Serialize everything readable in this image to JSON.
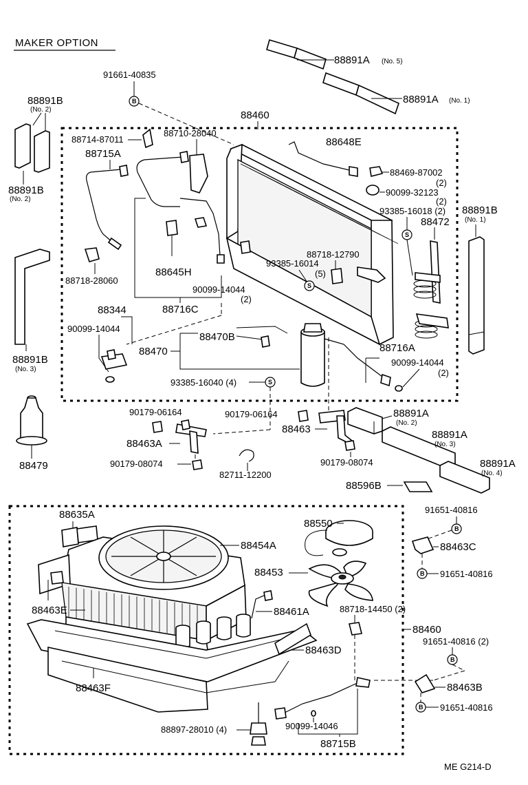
{
  "header": {
    "title": "MAKER  OPTION"
  },
  "footer": {
    "code": "ME  G214-D"
  },
  "symbols": {
    "bolt_mark": "B",
    "screw_mark": "S"
  },
  "labels": {
    "p88891A_no5": "88891A",
    "p88891A_no5_sub": "(No. 5)",
    "p88891A_no1": "88891A",
    "p88891A_no1_sub": "(No. 1)",
    "p91661": "91661-40835",
    "p88891B_top": "88891B",
    "p88891B_top_sub": "(No. 2)",
    "p88460_top": "88460",
    "p88714": "88714-87011",
    "p88710": "88710-28040",
    "p88648E": "88648E",
    "p88715A": "88715A",
    "p88469": "88469-87002",
    "p88469_sub": "(2)",
    "p90099_32123": "90099-32123",
    "p90099_32123_sub": "(2)",
    "p88891B_left": "88891B",
    "p88891B_left_sub": "(No. 2)",
    "p93385_16018": "93385-16018 (2)",
    "p88472": "88472",
    "p88891B_right": "88891B",
    "p88891B_right_sub": "(No. 1)",
    "p88718_12790": "88718-12790",
    "p93385_16014": "93385-16014",
    "p93385_16014_sub": "(5)",
    "p88645H": "88645H",
    "p88718_28060": "88718-28060",
    "p90099_14044_a": "90099-14044",
    "p90099_14044_a_sub": "(2)",
    "p88344": "88344",
    "p88716C": "88716C",
    "p90099_14044_b": "90099-14044",
    "p88470B": "88470B",
    "p88470": "88470",
    "p88891B_no3": "88891B",
    "p88891B_no3_sub": "(No. 3)",
    "p88716A": "88716A",
    "p90099_14044_c": "90099-14044",
    "p90099_14044_c_sub": "(2)",
    "p93385_16040": "93385-16040 (4)",
    "p90179_06164_a": "90179-06164",
    "p90179_06164_b": "90179-06164",
    "p88891A_no2": "88891A",
    "p88891A_no2_sub": "(No. 2)",
    "p88463A": "88463A",
    "p88463": "88463",
    "p88891A_no3": "88891A",
    "p88891A_no3_sub": "(No. 3)",
    "p88479": "88479",
    "p90179_08074_a": "90179-08074",
    "p90179_08074_b": "90179-08074",
    "p82711": "82711-12200",
    "p88891A_no4": "88891A",
    "p88891A_no4_sub": "(No. 4)",
    "p88596B": "88596B",
    "p88635A": "88635A",
    "p88550": "88550",
    "p91651_a": "91651-40816",
    "p88454A": "88454A",
    "p88463C": "88463C",
    "p91651_b": "91651-40816",
    "p88453": "88453",
    "p88463E": "88463E",
    "p88461A": "88461A",
    "p88718_14450": "88718-14450 (2)",
    "p88460_bottom": "88460",
    "p91651_c": "91651-40816 (2)",
    "p88463D": "88463D",
    "p88463F": "88463F",
    "p88463B": "88463B",
    "p91651_d": "91651-40816",
    "p88897": "88897-28010 (4)",
    "p90099_14046": "90099-14046",
    "p88715B": "88715B"
  }
}
